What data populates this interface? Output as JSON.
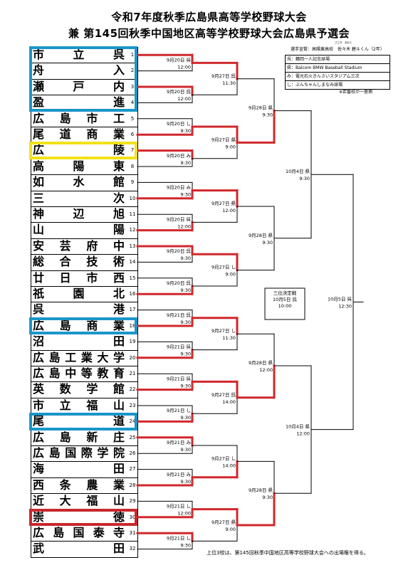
{
  "title": {
    "line1": "令和7年度秋季広島県高等学校野球大会",
    "line2": "兼 第145回秋季中国地区高等学校野球大会広島県予選会"
  },
  "umpire": "選手宣誓：高陽東高校　佐々木 碧斗くん（2年）",
  "umpire_ruby": "ささき　あおと",
  "legend": [
    "呉：鶴岡一人記念球場",
    "県：Balcom BMW Baseball Stadium",
    "み：電光石火きんさいスタジアム三次",
    "し：ぶんちゃんしまなみ球場"
  ],
  "note": "※若番校が一塁側",
  "teams": [
    {
      "num": "1",
      "name": "市立呉",
      "highlight": "blue"
    },
    {
      "num": "2",
      "name": "舟入",
      "highlight": "blue"
    },
    {
      "num": "3",
      "name": "瀬戸内",
      "highlight": "blue"
    },
    {
      "num": "4",
      "name": "盈進",
      "highlight": "blue"
    },
    {
      "num": "5",
      "name": "広島市工",
      "highlight": ""
    },
    {
      "num": "6",
      "name": "尾道商業",
      "highlight": ""
    },
    {
      "num": "7",
      "name": "広陵",
      "highlight": "yellow"
    },
    {
      "num": "8",
      "name": "高陽東",
      "highlight": ""
    },
    {
      "num": "9",
      "name": "如水館",
      "highlight": ""
    },
    {
      "num": "10",
      "name": "三次",
      "highlight": ""
    },
    {
      "num": "11",
      "name": "神辺旭",
      "highlight": ""
    },
    {
      "num": "12",
      "name": "山陽",
      "highlight": ""
    },
    {
      "num": "13",
      "name": "安芸府中",
      "highlight": ""
    },
    {
      "num": "14",
      "name": "総合技術",
      "highlight": ""
    },
    {
      "num": "15",
      "name": "廿日市西",
      "highlight": ""
    },
    {
      "num": "16",
      "name": "祇園北",
      "highlight": ""
    },
    {
      "num": "17",
      "name": "呉港",
      "highlight": ""
    },
    {
      "num": "18",
      "name": "広島商業",
      "highlight": "blue"
    },
    {
      "num": "19",
      "name": "沼田",
      "highlight": ""
    },
    {
      "num": "20",
      "name": "広島工業大学",
      "highlight": ""
    },
    {
      "num": "21",
      "name": "広島中等教育",
      "highlight": ""
    },
    {
      "num": "22",
      "name": "英数学館",
      "highlight": ""
    },
    {
      "num": "23",
      "name": "市立福山",
      "highlight": ""
    },
    {
      "num": "24",
      "name": "尾道",
      "highlight": "blue"
    },
    {
      "num": "25",
      "name": "広島新庄",
      "highlight": ""
    },
    {
      "num": "26",
      "name": "広島国際学院",
      "highlight": ""
    },
    {
      "num": "27",
      "name": "海田",
      "highlight": ""
    },
    {
      "num": "28",
      "name": "西条農業",
      "highlight": ""
    },
    {
      "num": "29",
      "name": "近大福山",
      "highlight": ""
    },
    {
      "num": "30",
      "name": "崇徳",
      "highlight": "red"
    },
    {
      "num": "31",
      "name": "広島国泰寺",
      "highlight": ""
    },
    {
      "num": "32",
      "name": "武田",
      "highlight": ""
    }
  ],
  "round1": [
    {
      "date": "9月20日 呉",
      "time": "12:00",
      "winner": 0
    },
    {
      "date": "9月20日 呉",
      "time": "12:00",
      "winner": 0
    },
    {
      "date": "9月20日 し",
      "time": "9:30",
      "winner": 1
    },
    {
      "date": "9月20日 み",
      "time": "9:30",
      "winner": 0
    },
    {
      "date": "9月20日 み",
      "time": "9:30",
      "winner": 1
    },
    {
      "date": "9月20日 呉",
      "time": "12:00",
      "winner": 1
    },
    {
      "date": "9月20日 呉",
      "time": "9:30",
      "winner": 0
    },
    {
      "date": "9月20日 呉",
      "time": "9:30",
      "winner": 1
    },
    {
      "date": "9月21日 呉",
      "time": "9:30",
      "winner": 1
    },
    {
      "date": "9月21日 呉",
      "time": "9:30",
      "winner": 1
    },
    {
      "date": "9月21日 呉",
      "time": "9:30",
      "winner": 1
    },
    {
      "date": "9月21日 し",
      "time": "9:30",
      "winner": 1
    },
    {
      "date": "9月21日 み",
      "time": "9:30",
      "winner": 0
    },
    {
      "date": "9月21日 み",
      "time": "9:30",
      "winner": 1
    },
    {
      "date": "9月21日 し",
      "time": "12:00",
      "winner": 1
    },
    {
      "date": "9月21日 し",
      "time": "9:30",
      "winner": 0
    }
  ],
  "round2": [
    {
      "date": "9月27日 呉",
      "time": "11:30",
      "winner": 0
    },
    {
      "date": "9月27日 県",
      "time": "9:00",
      "winner": 0
    },
    {
      "date": "9月27日 県",
      "time": "12:00",
      "winner": 0
    },
    {
      "date": "9月27日 し",
      "time": "9:00",
      "winner": 0
    },
    {
      "date": "9月27日 し",
      "time": "11:30",
      "winner": 0
    },
    {
      "date": "9月27日 呉",
      "time": "14:00",
      "winner": 0
    },
    {
      "date": "9月27日 し",
      "time": "14:00",
      "winner": 1
    },
    {
      "date": "9月27日 県",
      "time": "9:00",
      "winner": 0
    }
  ],
  "round3": [
    {
      "date": "9月28日 県",
      "time": "9:30",
      "winner": 1
    },
    {
      "date": "9月28日 県",
      "time": "9:30",
      "winner": null
    },
    {
      "date": "9月28日 県",
      "time": "12:00",
      "winner": 1
    },
    {
      "date": "9月28日 県",
      "time": "9:30",
      "winner": 1
    }
  ],
  "semis": [
    {
      "date": "10月4日 県",
      "time": "9:30"
    },
    {
      "date": "10月4日 県",
      "time": "12:00"
    }
  ],
  "final": {
    "date": "10月5日 呉",
    "time": "12:30"
  },
  "third_place": {
    "title": "三位決定戦",
    "date": "10月5日 呉",
    "time": "10:00"
  },
  "footer": "上位3校は、第145回秋季中国地区高等学校野球大会への出場権を得る。",
  "colors": {
    "win_line": "#d0282c",
    "line": "#000000",
    "blue": "#1a96c8",
    "yellow": "#f2e21a",
    "red": "#c8282c"
  }
}
